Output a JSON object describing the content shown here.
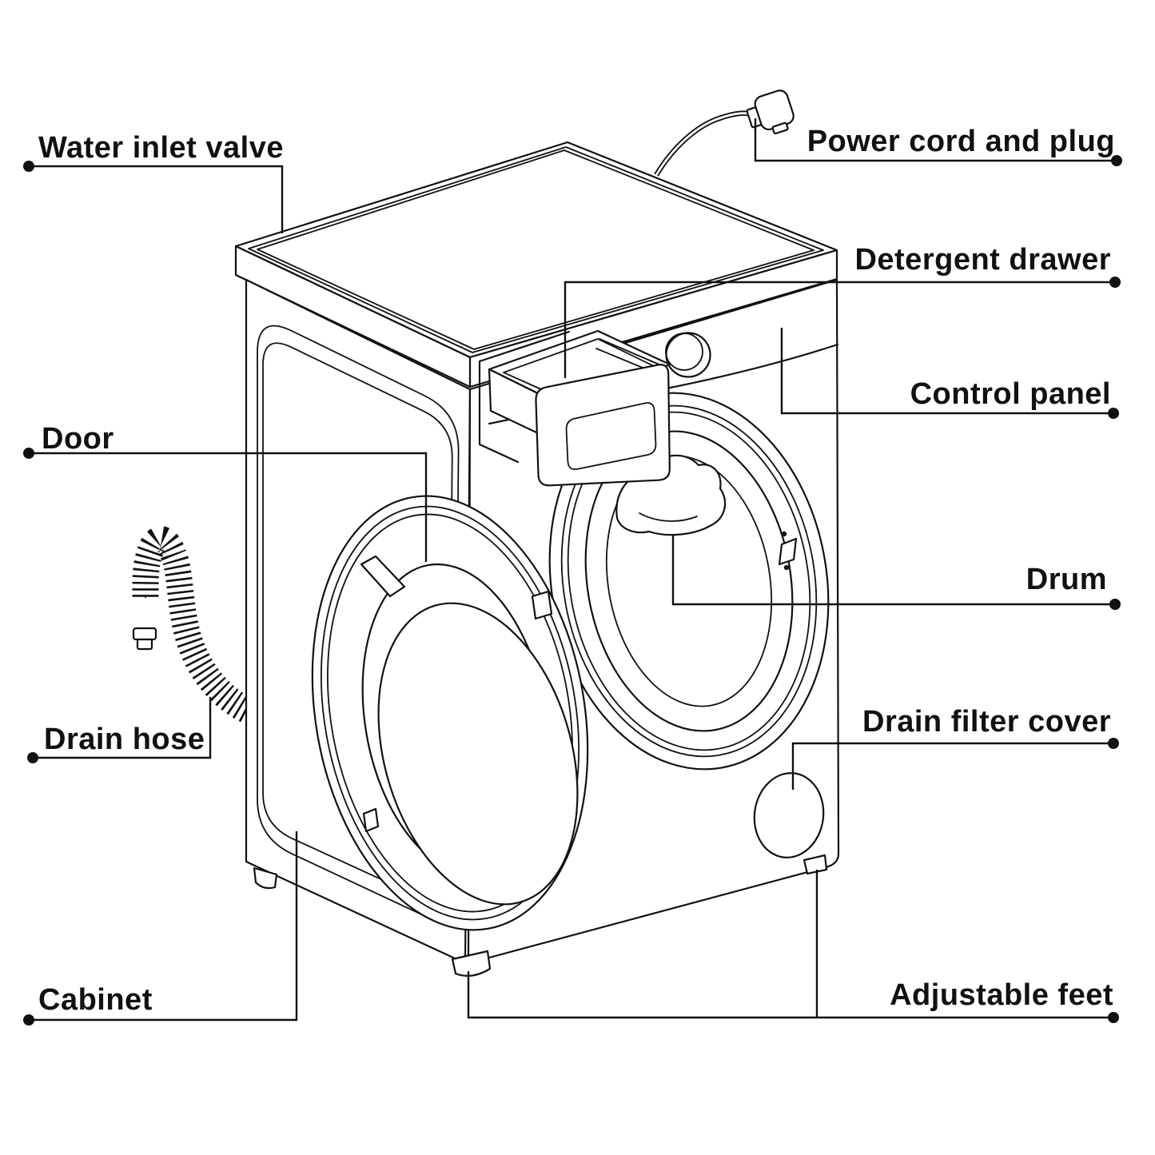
{
  "diagram": {
    "name": "washing-machine-parts-diagram",
    "colors": {
      "background": "#ffffff",
      "line": "#111111"
    },
    "labels": [
      {
        "id": "water-inlet-valve",
        "text": "Water inlet valve",
        "side": "left"
      },
      {
        "id": "power-cord-and-plug",
        "text": "Power cord and plug",
        "side": "right"
      },
      {
        "id": "detergent-drawer",
        "text": "Detergent drawer",
        "side": "right"
      },
      {
        "id": "control-panel",
        "text": "Control panel",
        "side": "right"
      },
      {
        "id": "door",
        "text": "Door",
        "side": "left"
      },
      {
        "id": "drum",
        "text": "Drum",
        "side": "right"
      },
      {
        "id": "drain-hose",
        "text": "Drain hose",
        "side": "left"
      },
      {
        "id": "drain-filter-cover",
        "text": "Drain filter cover",
        "side": "right"
      },
      {
        "id": "cabinet",
        "text": "Cabinet",
        "side": "left"
      },
      {
        "id": "adjustable-feet",
        "text": "Adjustable feet",
        "side": "right"
      }
    ]
  }
}
